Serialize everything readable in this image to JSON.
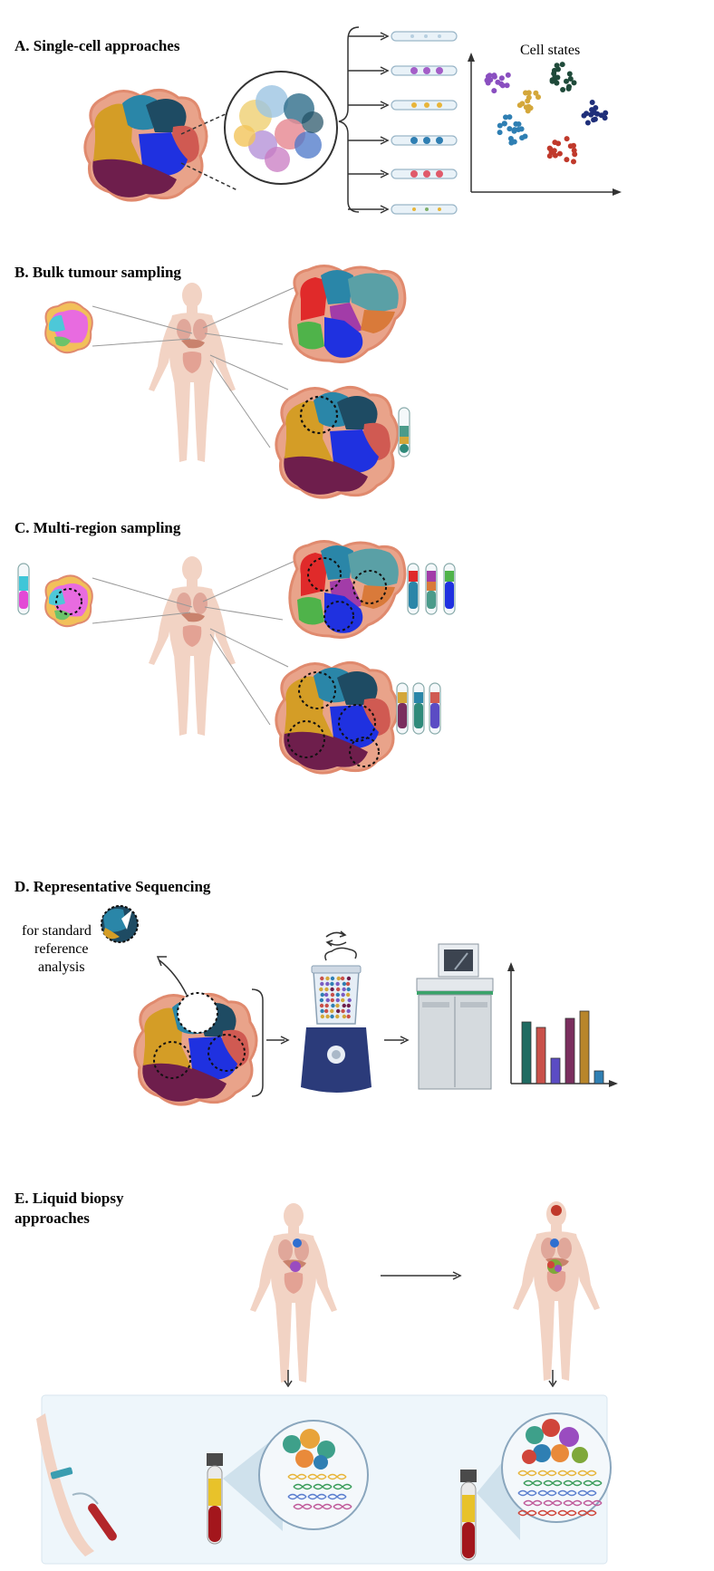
{
  "sections": {
    "a": {
      "title": "A. Single-cell approaches",
      "plot_label": "Cell states"
    },
    "b": {
      "title": "B. Bulk tumour sampling"
    },
    "c": {
      "title": "C. Multi-region sampling"
    },
    "d": {
      "title": "D. Representative Sequencing",
      "note_line1": "for standard",
      "note_line2": "reference",
      "note_line3": "analysis",
      "bar_colors": [
        "#1f6b62",
        "#c9504a",
        "#5b4cc4",
        "#7a2e5e",
        "#b8862b",
        "#2f7fb3"
      ]
    },
    "e": {
      "title_line1": "E.  Liquid biopsy",
      "title_line2": "approaches"
    }
  },
  "colors": {
    "tumour_teal": "#2a86a8",
    "tumour_navy": "#1e4b63",
    "tumour_red": "#d05a52",
    "tumour_gold": "#d49d26",
    "tumour_blue": "#1f31e0",
    "tumour_maroon": "#6e1e4c",
    "tumour_outline": "#e08a6e",
    "body_skin": "#f2d3c4",
    "organs": "#d98a80",
    "panel_bg": "#eef6fb"
  }
}
